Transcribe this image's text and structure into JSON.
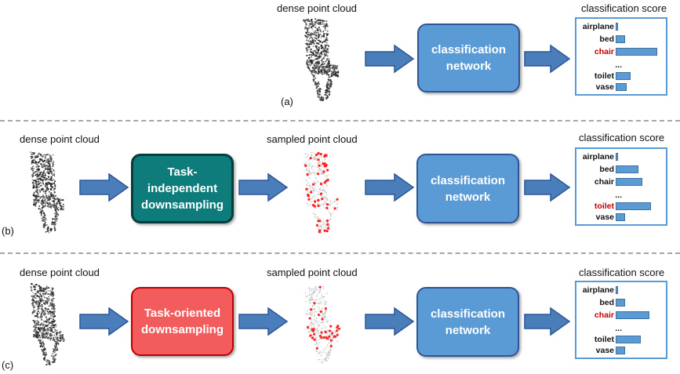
{
  "labels": {
    "dense_point_cloud": "dense point cloud",
    "sampled_point_cloud": "sampled point cloud",
    "classification_score": "classification score",
    "classification_network": "classification network",
    "task_independent": "Task-independent downsampling",
    "task_oriented": "Task-oriented downsampling",
    "ellipsis": "..."
  },
  "panels": {
    "a": {
      "tag": "(a)"
    },
    "b": {
      "tag": "(b)"
    },
    "c": {
      "tag": "(c)"
    }
  },
  "scores": {
    "a": [
      {
        "name": "airplane",
        "value": 0.05,
        "highlight": false
      },
      {
        "name": "bed",
        "value": 0.2,
        "highlight": false
      },
      {
        "name": "chair",
        "value": 0.85,
        "highlight": true
      },
      {
        "name": "...",
        "value": 0,
        "highlight": false
      },
      {
        "name": "toilet",
        "value": 0.3,
        "highlight": false
      },
      {
        "name": "vase",
        "value": 0.22,
        "highlight": false
      }
    ],
    "b": [
      {
        "name": "airplane",
        "value": 0.05,
        "highlight": false
      },
      {
        "name": "bed",
        "value": 0.47,
        "highlight": false
      },
      {
        "name": "chair",
        "value": 0.55,
        "highlight": false
      },
      {
        "name": "...",
        "value": 0,
        "highlight": false
      },
      {
        "name": "toilet",
        "value": 0.72,
        "highlight": true
      },
      {
        "name": "vase",
        "value": 0.2,
        "highlight": false
      }
    ],
    "c": [
      {
        "name": "airplane",
        "value": 0.05,
        "highlight": false
      },
      {
        "name": "bed",
        "value": 0.2,
        "highlight": false
      },
      {
        "name": "chair",
        "value": 0.7,
        "highlight": true
      },
      {
        "name": "...",
        "value": 0,
        "highlight": false
      },
      {
        "name": "toilet",
        "value": 0.52,
        "highlight": false
      },
      {
        "name": "vase",
        "value": 0.2,
        "highlight": false
      }
    ]
  },
  "colors": {
    "arrow_fill": "#4a7ebb",
    "arrow_stroke": "#2f5597",
    "highlight_text": "#c00000",
    "point_cloud": "#333333",
    "sample_point": "#ff2020"
  }
}
